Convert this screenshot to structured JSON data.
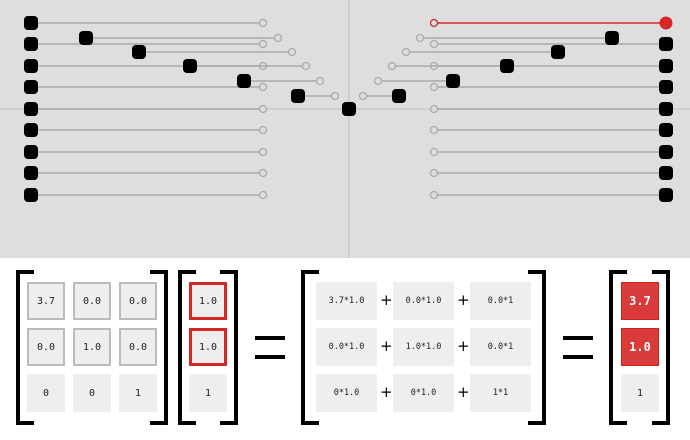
{
  "colors": {
    "background": "#dedede",
    "highlight": "#d62728",
    "point": "#000000"
  },
  "matrix": [
    [
      "3.7",
      "0.0",
      "0.0"
    ],
    [
      "0.0",
      "1.0",
      "0.0"
    ],
    [
      "0",
      "0",
      "1"
    ]
  ],
  "vector": [
    "1.0",
    "1.0",
    "1"
  ],
  "products": [
    [
      "3.7*1.0",
      "0.0*1.0",
      "0.0*1"
    ],
    [
      "0.0*1.0",
      "1.0*1.0",
      "0.0*1"
    ],
    [
      "0*1.0",
      "0*1.0",
      "1*1"
    ]
  ],
  "plus_sign": "+",
  "result": [
    "3.7",
    "1.0",
    "1"
  ]
}
